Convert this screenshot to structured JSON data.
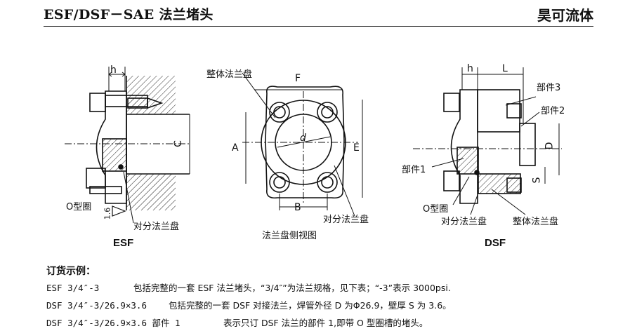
{
  "header": {
    "title": "ESF/DSF－SAE 法兰堵头",
    "brand": "昊可流体"
  },
  "diagrams": {
    "esf": {
      "caption": "ESF",
      "dim_h": "h",
      "dim_c": "C",
      "oring": "O型圈",
      "slope": "1.6",
      "split_flange": "对分法兰盘"
    },
    "side": {
      "caption": "法兰盘侧视图",
      "whole_flange": "整体法兰盘",
      "split_flange": "对分法兰盘",
      "dim_f": "F",
      "dim_a": "A",
      "dim_e": "E",
      "dim_b": "B",
      "dim_d": "d"
    },
    "dsf": {
      "caption": "DSF",
      "dim_h": "h",
      "dim_l": "L",
      "part3": "部件3",
      "part2": "部件2",
      "part1": "部件1",
      "dim_d": "D",
      "dim_s": "S",
      "oring": "O型圈",
      "split_flange": "对分法兰盘",
      "whole_flange": "整体法兰盘"
    }
  },
  "order": {
    "title": "订货示例：",
    "rows": [
      {
        "code": "ESF 3/4″-3",
        "desc": "包括完整的一套 ESF 法兰堵头，“3/4″”为法兰规格，见下表；“-3”表示 3000psi."
      },
      {
        "code": "DSF 3/4″-3/26.9×3.6",
        "desc": "包括完整的一套 DSF 对接法兰，焊管外径 D 为Φ26.9，壁厚 S 为 3.6。"
      },
      {
        "code": "DSF 3/4″-3/26.9×3.6 部件 1",
        "desc": "表示只订 DSF 法兰的部件 1,即带 O 型圈槽的堵头。"
      }
    ]
  }
}
